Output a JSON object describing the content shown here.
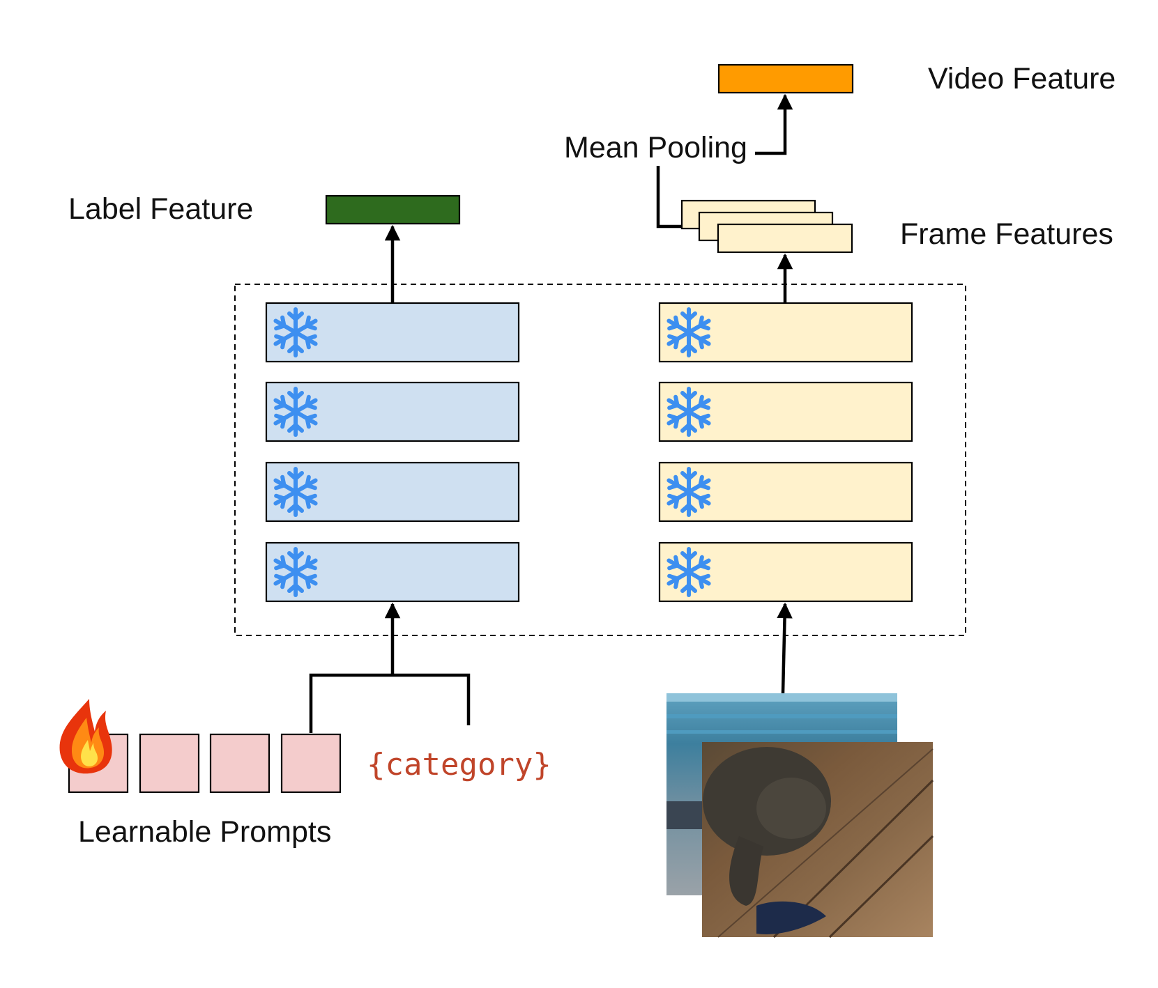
{
  "labels": {
    "video_feature": "Video Feature",
    "mean_pooling": "Mean Pooling",
    "label_feature": "Label Feature",
    "frame_features": "Frame Features",
    "learnable_prompts": "Learnable Prompts",
    "category": "{category}"
  },
  "icons": {
    "frozen": "snowflake-icon",
    "trainable": "flame-icon"
  },
  "colors": {
    "video_feature": "#ff9b00",
    "label_feature": "#2e6b1e",
    "text_encoder_layer": "#cfe0f1",
    "image_encoder_layer": "#fff2cc",
    "prompt_token": "#f4cccc",
    "category_text": "#c0452a",
    "snowflake": "#3d8ff0"
  }
}
